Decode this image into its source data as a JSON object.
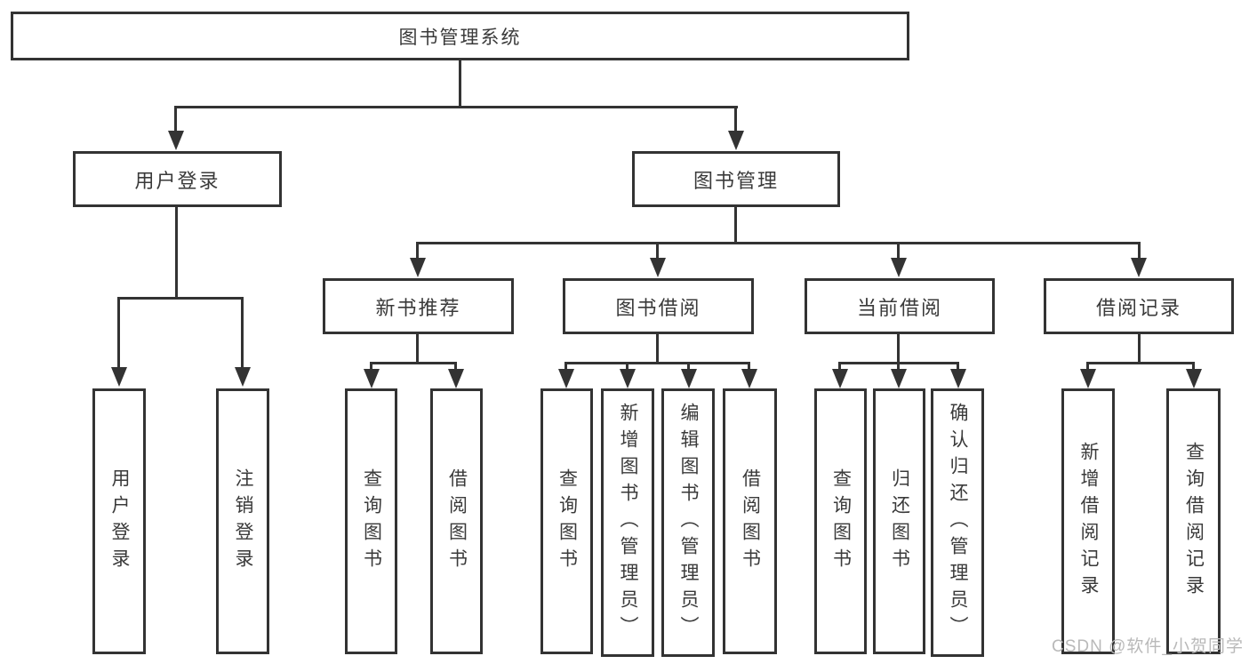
{
  "nodes": {
    "root": "图书管理系统",
    "user_login": "用户登录",
    "book_mgmt": "图书管理",
    "new_book": "新书推荐",
    "book_borrow": "图书借阅",
    "current_borrow": "当前借阅",
    "borrow_record": "借阅记录"
  },
  "leaves": {
    "user_login": [
      "用户登录",
      "注销登录"
    ],
    "new_book": [
      "查询图书",
      "借阅图书"
    ],
    "book_borrow": [
      "查询图书",
      "新增图书（管理员）",
      "编辑图书（管理员）",
      "借阅图书"
    ],
    "current_borrow": [
      "查询图书",
      "归还图书",
      "确认归还（管理员）"
    ],
    "borrow_record": [
      "新增借阅记录",
      "查询借阅记录"
    ]
  },
  "watermark": "CSDN @软件_小贺同学",
  "colors": {
    "line": "#333333",
    "text": "#3a3a3a",
    "watermark": "#b9b9b9",
    "background": "#ffffff"
  }
}
